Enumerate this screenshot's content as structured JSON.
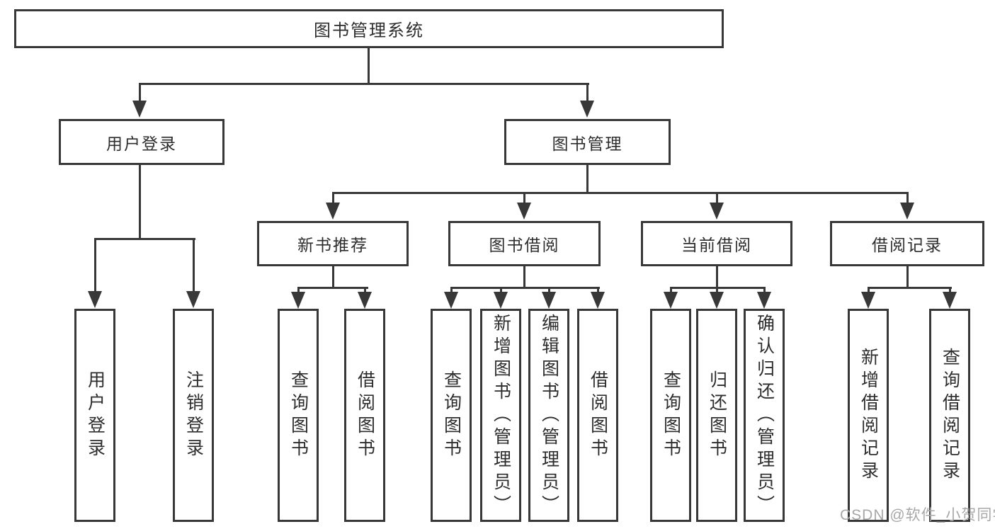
{
  "diagram": {
    "title": "图书管理系统",
    "nodes": {
      "root": "图书管理系统",
      "user_login": "用户登录",
      "book_mgmt": "图书管理",
      "new_books": "新书推荐",
      "book_borrow": "图书借阅",
      "current_borrow": "当前借阅",
      "borrow_records": "借阅记录",
      "leaves": {
        "login": "用户登录",
        "logout": "注销登录",
        "nb_query": "查询图书",
        "nb_borrow": "借阅图书",
        "bb_query": "查询图书",
        "bb_add": "新增图书（管理员）",
        "bb_edit": "编辑图书（管理员）",
        "bb_borrow": "借阅图书",
        "cb_query": "查询图书",
        "cb_return": "归还图书",
        "cb_confirm": "确认归还（管理员）",
        "br_add": "新增借阅记录",
        "br_query": "查询借阅记录"
      }
    },
    "watermark": "CSDN @软件_小贺同学",
    "colors": {
      "line": "#383838",
      "text": "#2d2d2d",
      "watermark": "#a8a8a8",
      "background": "#ffffff"
    }
  }
}
